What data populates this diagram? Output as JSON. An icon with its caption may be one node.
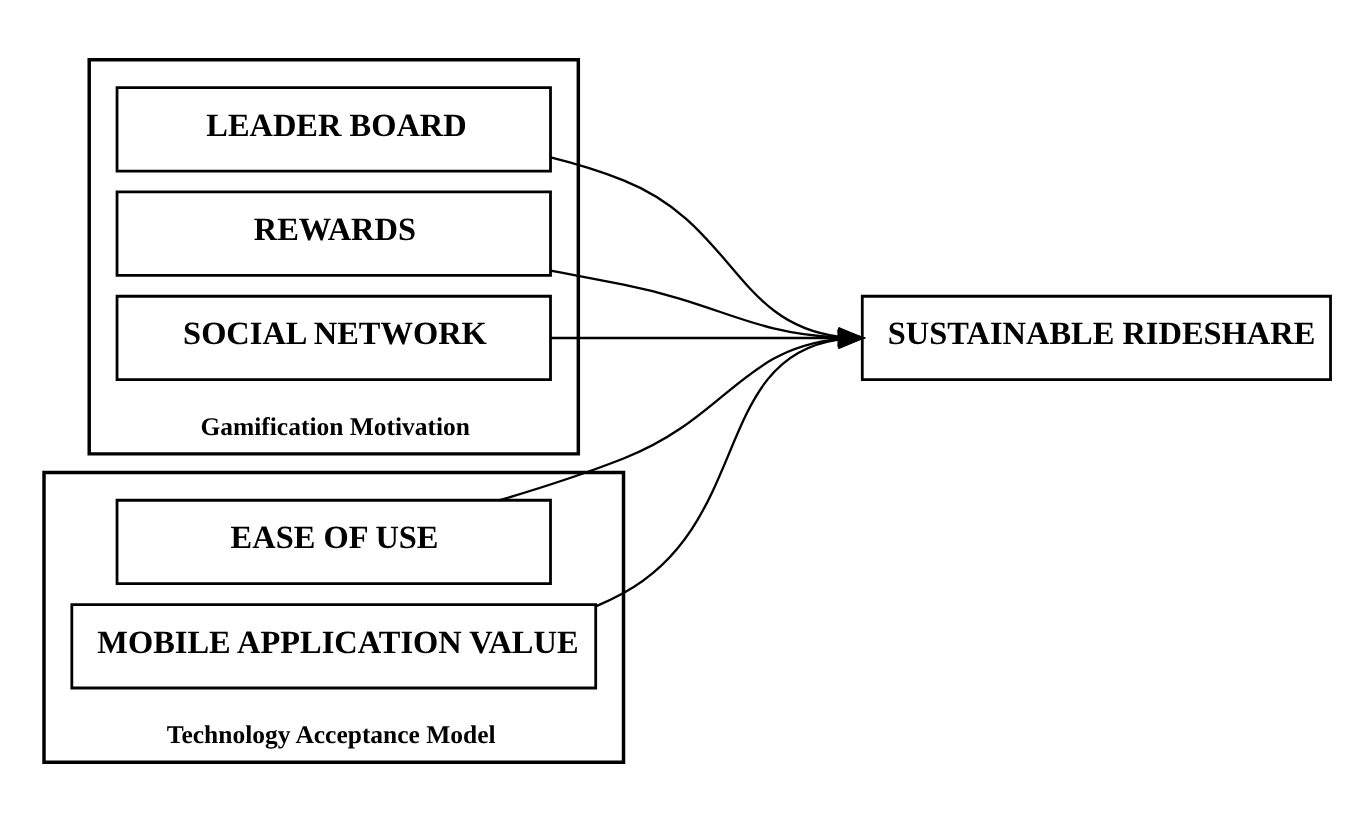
{
  "diagram": {
    "nodes": [
      {
        "text": [
          "Gamification Motivation"
        ]
      },
      {
        "text": [
          "LEADER BOARD"
        ],
        "in": 0
      },
      {
        "text": [
          "REWARDS"
        ],
        "in": 0
      },
      {
        "text": [
          "SOCIAL NETWORK"
        ],
        "in": 0
      },
      {
        "text": [
          "Technology Acceptance Model"
        ]
      },
      {
        "text": [
          "EASE OF USE"
        ],
        "in": 4
      },
      {
        "text": [
          "MOBILE APPLICATION VALUE"
        ],
        "in": 4
      },
      {
        "text": [
          "SUSTAINABLE RIDESHARE"
        ]
      }
    ],
    "edges": [
      {
        "from": 1,
        "to": 7,
        "arrow": "to"
      },
      {
        "from": 2,
        "to": 7,
        "arrow": "to"
      },
      {
        "from": 3,
        "to": 7,
        "arrow": "to"
      },
      {
        "from": 5,
        "to": 7,
        "arrow": "to"
      },
      {
        "from": 6,
        "to": 7,
        "arrow": "to"
      }
    ]
  }
}
